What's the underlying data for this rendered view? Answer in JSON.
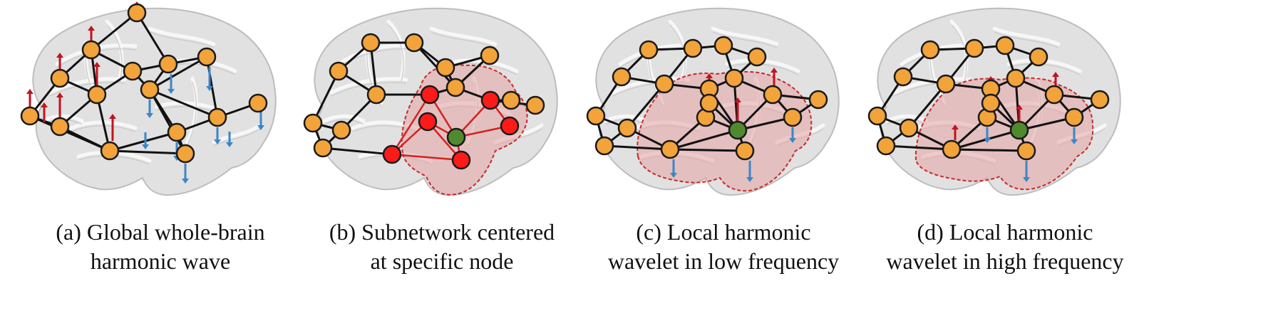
{
  "colors": {
    "node": "#f2a33a",
    "node_stroke": "#1a1a1a",
    "edge": "#111111",
    "sub_node": "#ff1a1a",
    "sub_edge": "#d42020",
    "center_node": "#4f8a2e",
    "arrow_up": "#c0141e",
    "arrow_down": "#3a86c8",
    "region_fill": "#e8a4a4",
    "region_stroke": "#c62a2a",
    "brain": "#e1e1e1"
  },
  "panels": [
    {
      "id": "a",
      "caption_lines": [
        "(a) Global whole-brain",
        "harmonic wave"
      ]
    },
    {
      "id": "b",
      "caption_lines": [
        "(b) Subnetwork centered",
        "at specific node"
      ]
    },
    {
      "id": "c",
      "caption_lines": [
        "(c) Local harmonic",
        "wavelet in low frequency"
      ]
    },
    {
      "id": "d",
      "caption_lines": [
        "(d) Local harmonic",
        "wavelet in high frequency"
      ]
    }
  ]
}
